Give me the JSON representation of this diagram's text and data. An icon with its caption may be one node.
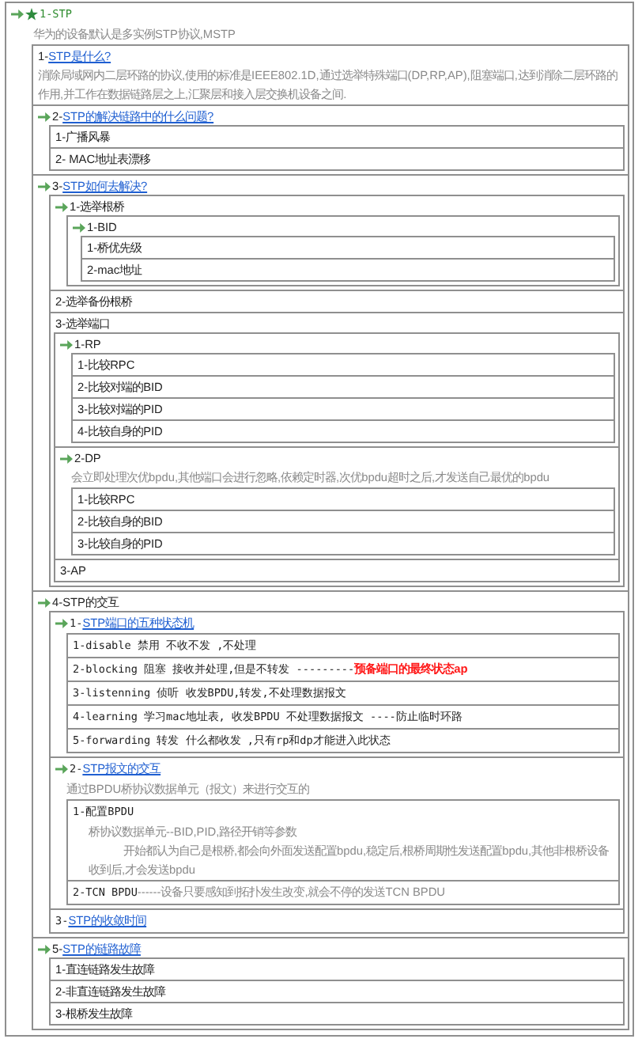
{
  "diagram": {
    "nodes": [
      {
        "text": [
          "1-STP",
          "华为的设备默认是多实例STP协议,MSTP"
        ]
      },
      {
        "text": [
          "1-",
          "STP是什么?",
          "消除局域网内二层环路的协议,使用的标准是IEEE802.1D,通过选举特殊端口(DP,RP,AP),阻塞端口,达到消除二层环路的作用,并工作在数据链路层之上,汇聚层和接入层交换机设备之间."
        ],
        "in": 0
      },
      {
        "text": [
          "2-",
          "STP的解决链路中的什么问题?"
        ],
        "in": 0
      },
      {
        "text": [
          "1-广播风暴"
        ],
        "in": 2
      },
      {
        "text": [
          "2- MAC地址表漂移"
        ],
        "in": 2
      },
      {
        "text": [
          "3-",
          "STP如何去解决?"
        ],
        "in": 0
      },
      {
        "text": [
          "1-选举根桥"
        ],
        "in": 5
      },
      {
        "text": [
          "1-BID"
        ],
        "in": 6
      },
      {
        "text": [
          "1-桥优先级"
        ],
        "in": 7
      },
      {
        "text": [
          "2-mac地址"
        ],
        "in": 7
      },
      {
        "text": [
          "2-选举备份根桥"
        ],
        "in": 5
      },
      {
        "text": [
          "3-选举端口"
        ],
        "in": 5
      },
      {
        "text": [
          "1-RP"
        ],
        "in": 11
      },
      {
        "text": [
          "1-比较RPC"
        ],
        "in": 12
      },
      {
        "text": [
          "2-比较对端的BID"
        ],
        "in": 12
      },
      {
        "text": [
          "3-比较对端的PID"
        ],
        "in": 12
      },
      {
        "text": [
          "4-比较自身的PID"
        ],
        "in": 12
      },
      {
        "text": [
          "2-DP",
          "会立即处理次优bpdu,其他端口会进行忽略,依赖定时器,次优bpdu超时之后,才发送自己最优的bpdu"
        ],
        "in": 11
      },
      {
        "text": [
          "1-比较RPC"
        ],
        "in": 17
      },
      {
        "text": [
          "2-比较自身的BID"
        ],
        "in": 17
      },
      {
        "text": [
          "3-比较自身的PID"
        ],
        "in": 17
      },
      {
        "text": [
          "3-AP"
        ],
        "in": 11
      },
      {
        "text": [
          "4-STP的交互"
        ],
        "in": 0
      },
      {
        "text": [
          "1-",
          "STP端口的五种状态机"
        ],
        "in": 22
      },
      {
        "text": [
          "1-disable 禁用 不收不发 ,不处理"
        ],
        "in": 23
      },
      {
        "text": [
          "2-blocking 阻塞 接收并处理,但是不转发 ---------",
          "预备端口的最终状态ap"
        ],
        "in": 23
      },
      {
        "text": [
          "3-listenning 侦听 收发BPDU,转发,不处理数据报文"
        ],
        "in": 23
      },
      {
        "text": [
          "4-learning 学习mac地址表, 收发BPDU 不处理数据报文 ----防止临时环路"
        ],
        "in": 23
      },
      {
        "text": [
          "5-forwarding 转发 什么都收发 ,只有rp和dp才能进入此状态"
        ],
        "in": 23
      },
      {
        "text": [
          "2-",
          "STP报文的交互",
          "通过BPDU桥协议数据单元（报文）来进行交互的"
        ],
        "in": 22
      },
      {
        "text": [
          "1-配置BPDU",
          "桥协议数据单元--BID,PID,路径开销等参数",
          "开始都认为自己是根桥,都会向外面发送配置bpdu,稳定后,根桥周期性发送配置bpdu,其他非根桥设备收到后,才会发送bpdu"
        ],
        "in": 29
      },
      {
        "text": [
          "2-TCN BPDU",
          "------设备只要感知到拓扑发生改变,就会不停的发送TCN BPDU"
        ],
        "in": 29
      },
      {
        "text": [
          "3-",
          "STP的收敛时间"
        ],
        "in": 22
      },
      {
        "text": [
          "5-",
          "STP的链路故障"
        ],
        "in": 0
      },
      {
        "text": [
          "1-直连链路发生故障"
        ],
        "in": 33
      },
      {
        "text": [
          "2-非直连链路发生故障"
        ],
        "in": 33
      },
      {
        "text": [
          "3-根桥发生故障"
        ],
        "in": 33
      }
    ]
  }
}
